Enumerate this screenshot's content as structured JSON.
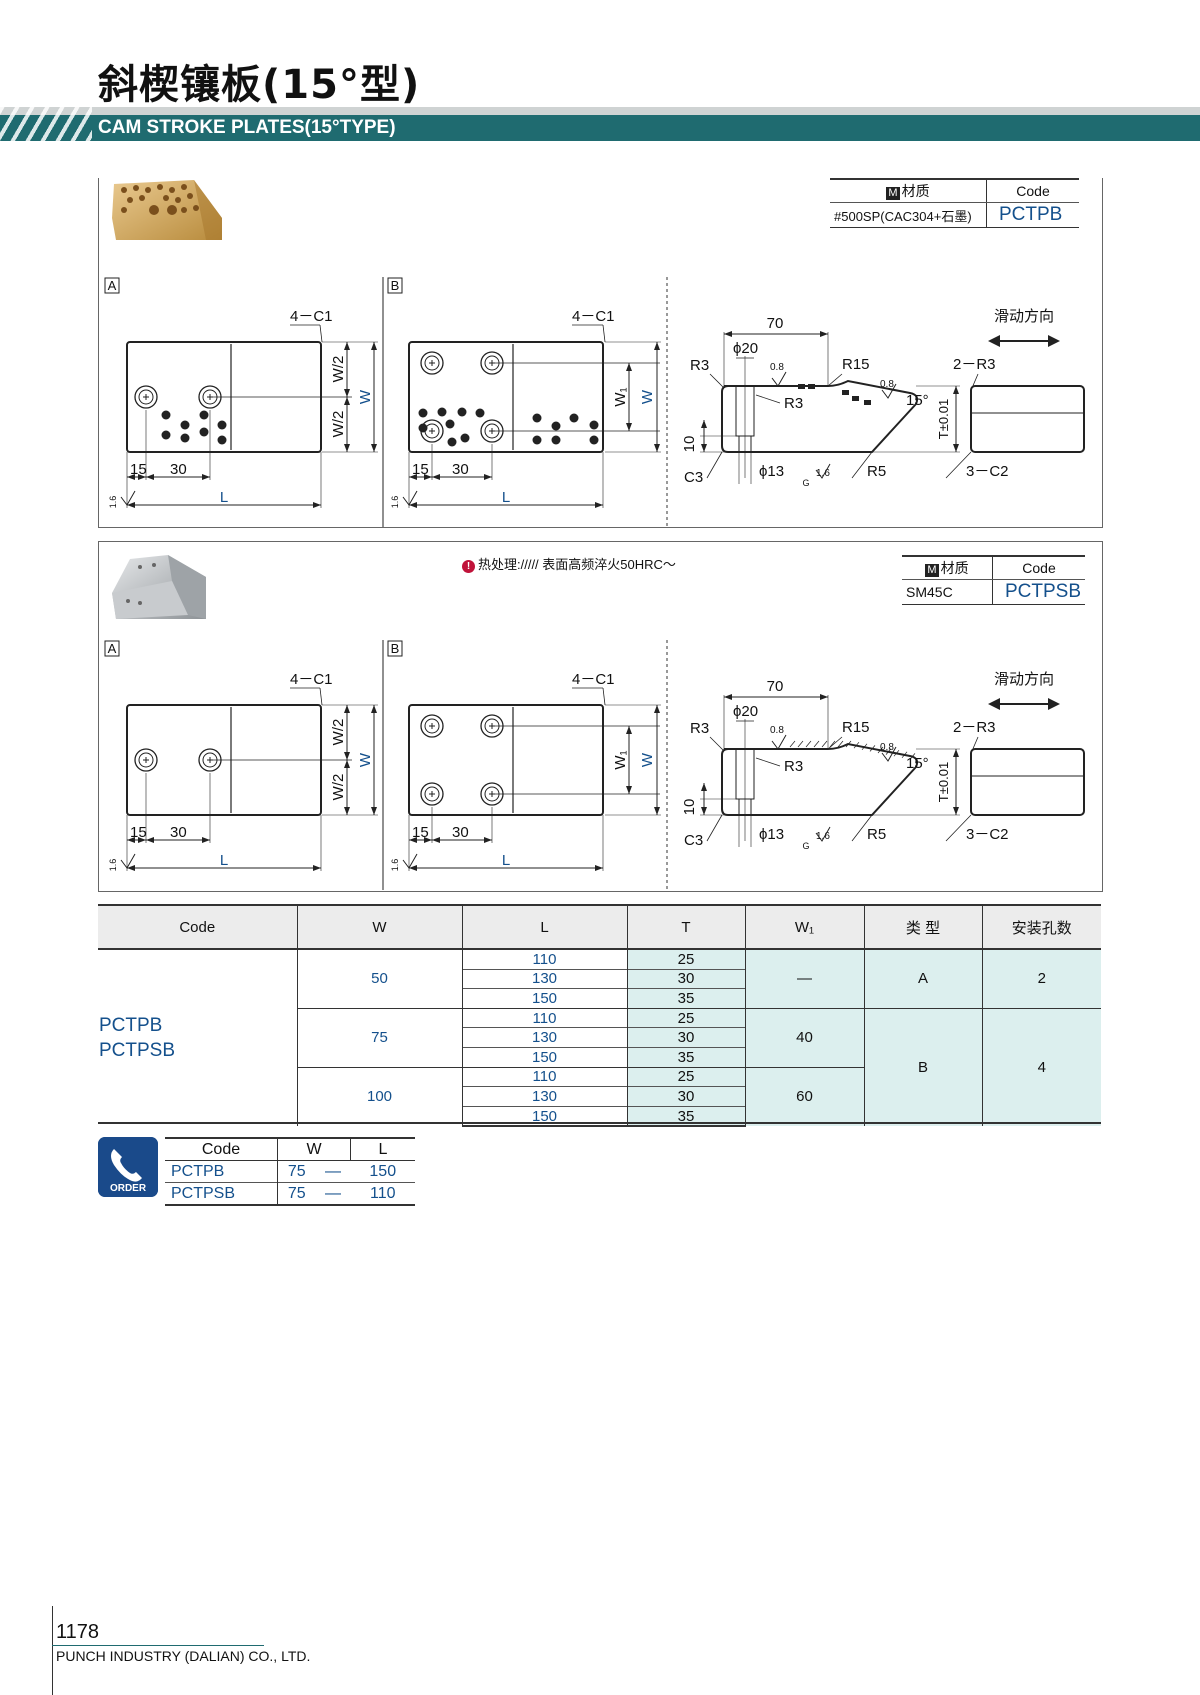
{
  "header": {
    "title_cn": "斜楔镶板(15°型)",
    "title_en": "CAM STROKE PLATES(15°TYPE)"
  },
  "panel1": {
    "material_label": "材质",
    "material_badge": "M",
    "code_label": "Code",
    "material": "#500SP(CAC304+石墨)",
    "code": "PCTPB"
  },
  "panel2": {
    "material_label": "材质",
    "material_badge": "M",
    "code_label": "Code",
    "material": "SM45C",
    "code": "PCTPSB",
    "note_icon": "!",
    "note": "热处理:///// 表面高频淬火50HRC～"
  },
  "drawing": {
    "type_a": "A",
    "type_b": "B",
    "chamfer_4c1": "4－C1",
    "w_half": "W/2",
    "w": "W",
    "w1": "W₁",
    "dim_15": "15",
    "dim_30": "30",
    "length": "L",
    "roughness_1_6": "1.6",
    "dim_70": "70",
    "phi20": "ϕ20",
    "phi13": "ϕ13",
    "r3": "R3",
    "r15": "R15",
    "r5": "R5",
    "rough_0_8": "0.8",
    "angle_15": "15°",
    "dim_10": "10",
    "c3": "C3",
    "t_tol": "T±0.01",
    "two_r3": "2－R3",
    "three_c2": "3－C2",
    "slide_dir": "滑动方向",
    "g": "G"
  },
  "spec_table": {
    "headers": [
      "Code",
      "W",
      "L",
      "T",
      "W₁",
      "类 型",
      "安装孔数"
    ],
    "codes": [
      "PCTPB",
      "PCTPSB"
    ],
    "groups": [
      {
        "W": "50",
        "rows": [
          {
            "L": "110",
            "T": "25"
          },
          {
            "L": "130",
            "T": "30"
          },
          {
            "L": "150",
            "T": "35"
          }
        ],
        "W1": "—",
        "type": "A",
        "holes": "2"
      },
      {
        "W": "75",
        "rows": [
          {
            "L": "110",
            "T": "25"
          },
          {
            "L": "130",
            "T": "30"
          },
          {
            "L": "150",
            "T": "35"
          }
        ],
        "W1": "40",
        "type": "B",
        "holes": "4"
      },
      {
        "W": "100",
        "rows": [
          {
            "L": "110",
            "T": "25"
          },
          {
            "L": "130",
            "T": "30"
          },
          {
            "L": "150",
            "T": "35"
          }
        ],
        "W1": "60"
      }
    ]
  },
  "order": {
    "icon_label": "ORDER",
    "headers": [
      "Code",
      "W",
      "L"
    ],
    "rows": [
      {
        "code": "PCTPB",
        "w": "75",
        "dash": "—",
        "l": "150"
      },
      {
        "code": "PCTPSB",
        "w": "75",
        "dash": "—",
        "l": "110"
      }
    ]
  },
  "footer": {
    "page": "1178",
    "company": "PUNCH INDUSTRY (DALIAN) CO., LTD."
  }
}
